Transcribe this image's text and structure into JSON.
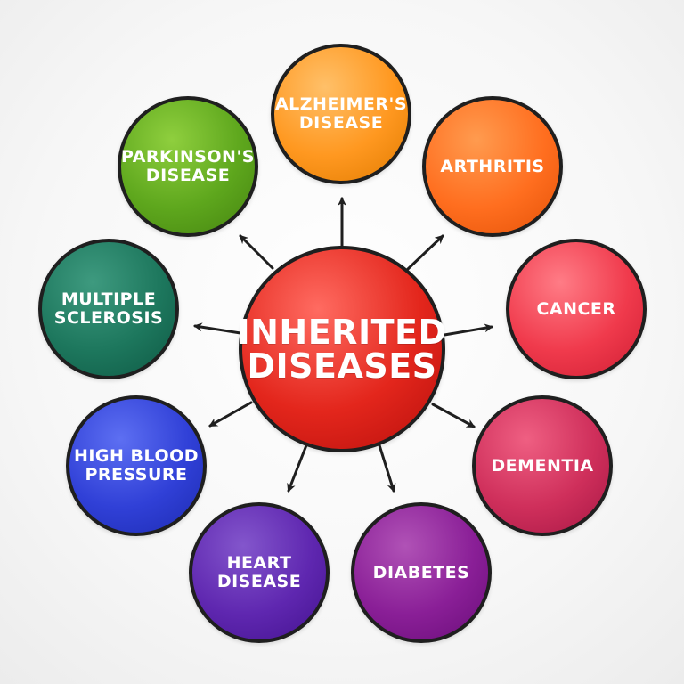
{
  "center": {
    "label": "INHERITED\nDISEASES"
  },
  "nodes": [
    {
      "id": "alz",
      "label": "ALZHEIMER'S\nDISEASE",
      "color": "#ff9820"
    },
    {
      "id": "art",
      "label": "ARTHRITIS",
      "color": "#ff6e1f"
    },
    {
      "id": "can",
      "label": "CANCER",
      "color": "#f03a4c"
    },
    {
      "id": "dem",
      "label": "DEMENTIA",
      "color": "#cf2f5b"
    },
    {
      "id": "dia",
      "label": "DIABETES",
      "color": "#8a1f97"
    },
    {
      "id": "hrt",
      "label": "HEART\nDISEASE",
      "color": "#5f27b0"
    },
    {
      "id": "hbp",
      "label": "HIGH BLOOD\nPRESSURE",
      "color": "#3040d7"
    },
    {
      "id": "ms",
      "label": "MULTIPLE\nSCLEROSIS",
      "color": "#1d775d"
    },
    {
      "id": "par",
      "label": "PARKINSON'S\nDISEASE",
      "color": "#5ea71d"
    }
  ],
  "center_color": "#e3261c"
}
